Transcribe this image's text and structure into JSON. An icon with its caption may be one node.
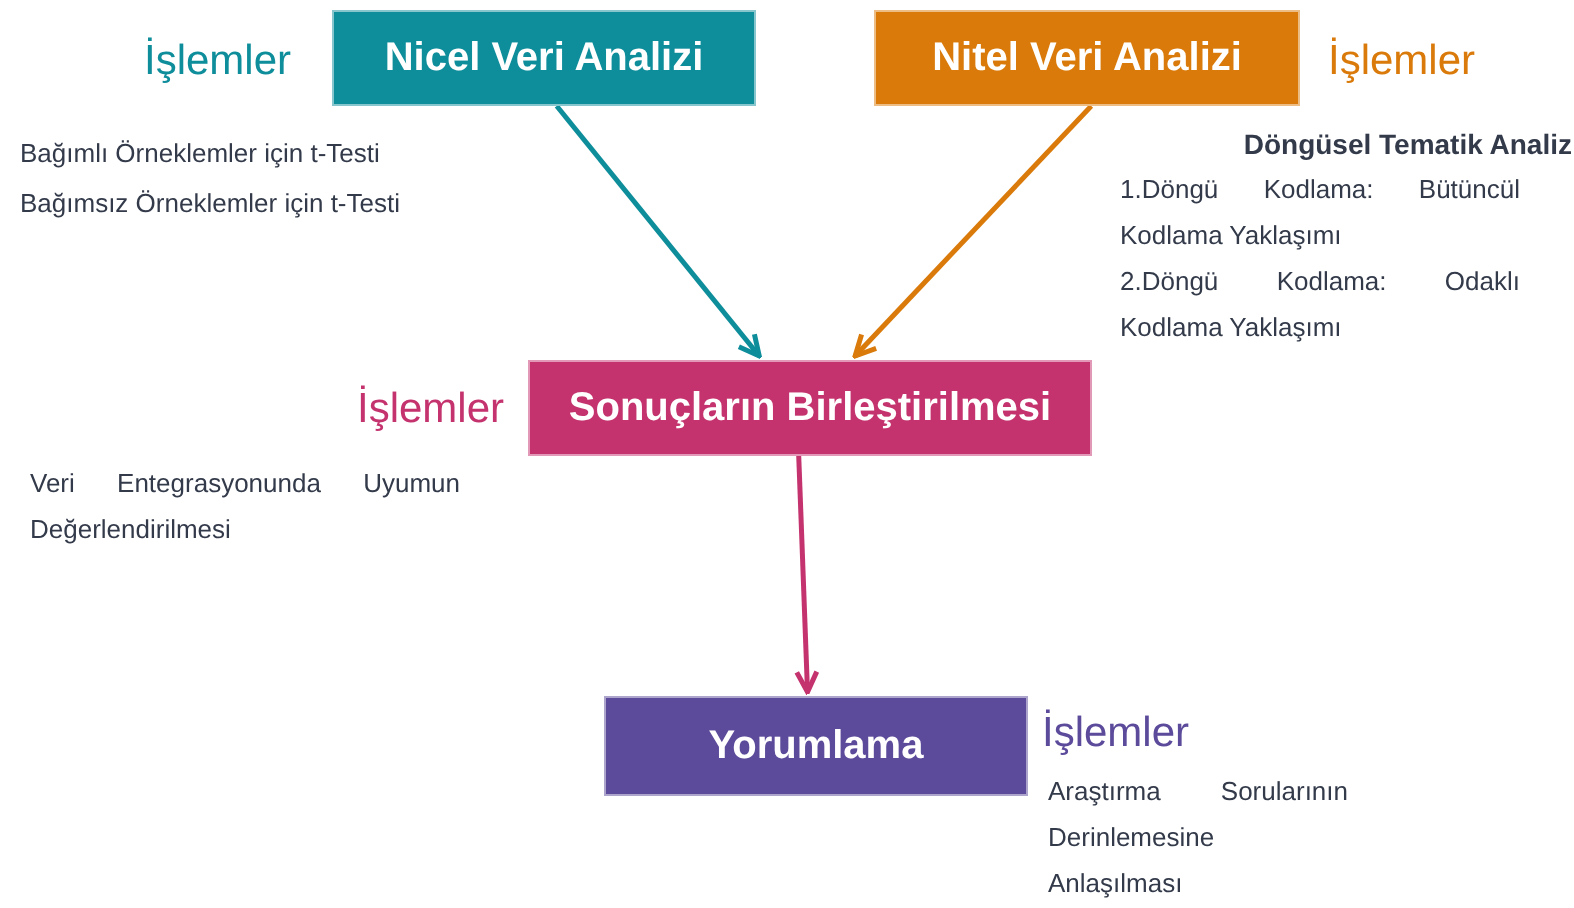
{
  "diagram": {
    "nodes": [
      {
        "text": [
          "Nicel Veri Analizi"
        ],
        "beside": [
          "İşlemler",
          "Bağımlı Örneklemler için t-Testi",
          "Bağımsız Örneklemler için t-Testi"
        ]
      },
      {
        "text": [
          "Nitel Veri Analizi"
        ],
        "beside": [
          "İşlemler",
          "Döngüsel Tematik Analiz",
          "1.Döngü Kodlama: Bütüncül Kodlama Yaklaşımı",
          "2.Döngü Kodlama: Odaklı Kodlama Yaklaşımı"
        ]
      },
      {
        "text": [
          "Sonuçların Birleştirilmesi"
        ],
        "beside": [
          "İşlemler",
          "Veri Entegrasyonunda Uyumun Değerlendirilmesi"
        ]
      },
      {
        "text": [
          "Yorumlama"
        ],
        "beside": [
          "İşlemler",
          "Araştırma Sorularının Derinlemesine Anlaşılması"
        ]
      }
    ],
    "edges": [
      {
        "from": 0,
        "to": 2,
        "arrow": "to",
        "color": "#0e8d9b"
      },
      {
        "from": 1,
        "to": 2,
        "arrow": "to",
        "color": "#d97a0a"
      },
      {
        "from": 2,
        "to": 3,
        "arrow": "to",
        "color": "#c4336e"
      }
    ]
  }
}
